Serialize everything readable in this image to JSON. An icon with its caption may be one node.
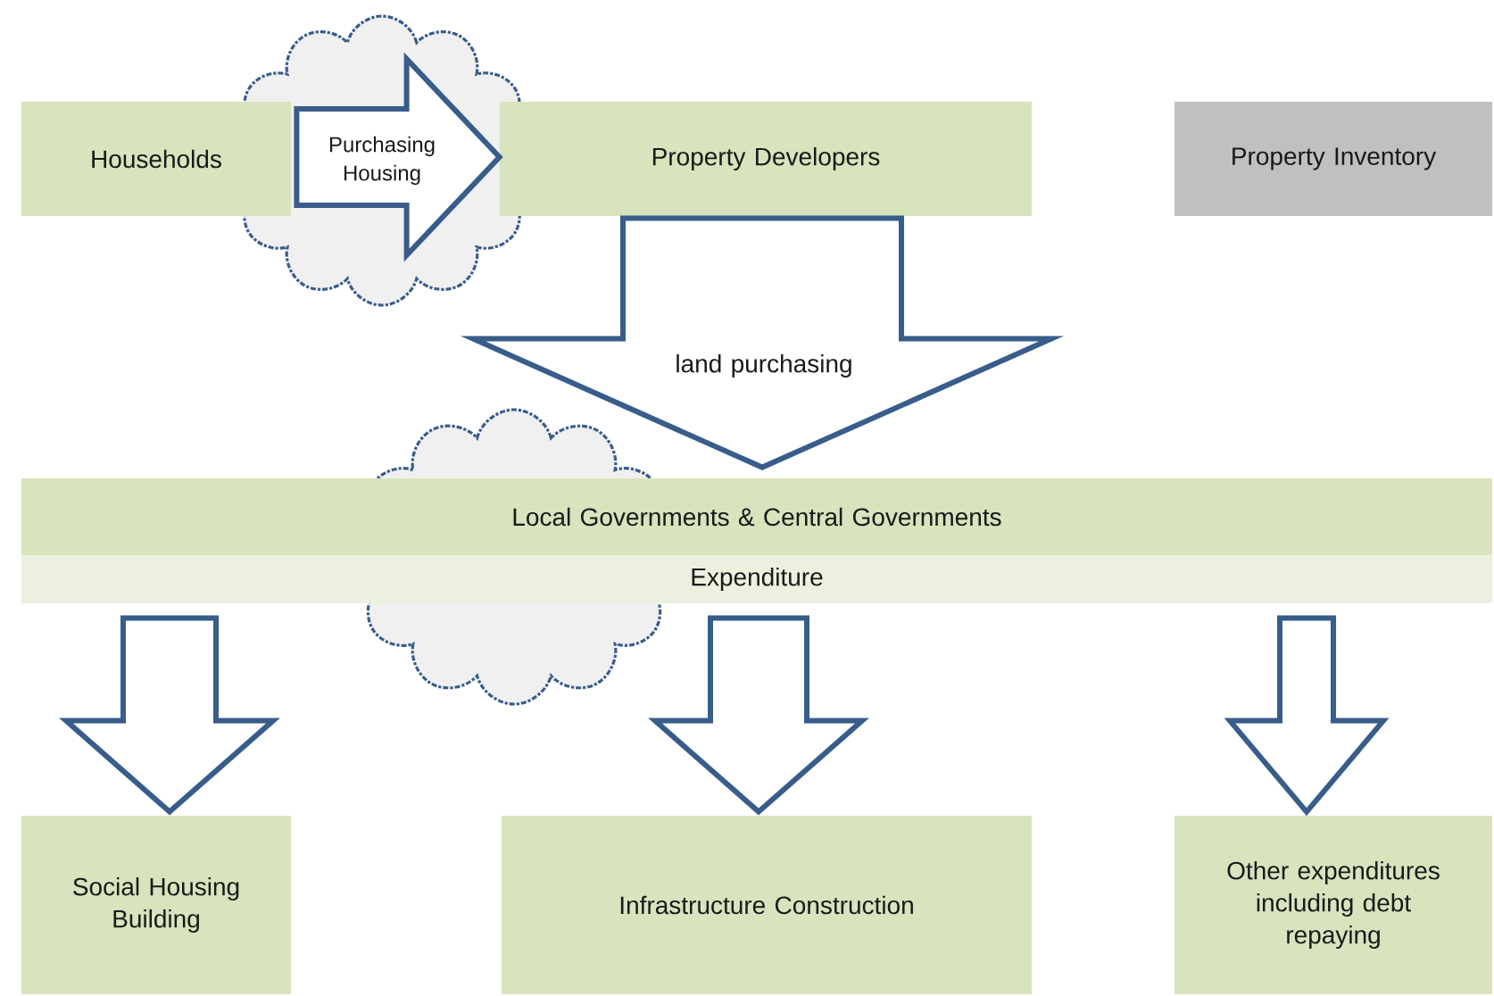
{
  "diagram": {
    "nodes": [
      {
        "text": [
          "Households"
        ]
      },
      {
        "text": [
          "Property Developers"
        ]
      },
      {
        "text": [
          "Property Inventory"
        ]
      },
      {
        "text": [
          "Local Governments & Central Governments"
        ]
      },
      {
        "text": [
          "Expenditure"
        ]
      },
      {
        "text": [
          "Social Housing Building"
        ]
      },
      {
        "text": [
          "Infrastructure Construction"
        ]
      },
      {
        "text": [
          "Other expenditures including debt repaying"
        ]
      }
    ],
    "edges": [
      {
        "from": 0,
        "to": 1,
        "arrow": "to",
        "label": "Purchasing Housing"
      },
      {
        "from": 1,
        "to": 3,
        "arrow": "to",
        "label": "land purchasing"
      },
      {
        "from": 4,
        "to": 5,
        "arrow": "to"
      },
      {
        "from": 4,
        "to": 6,
        "arrow": "to"
      },
      {
        "from": 4,
        "to": 7,
        "arrow": "to"
      }
    ]
  }
}
